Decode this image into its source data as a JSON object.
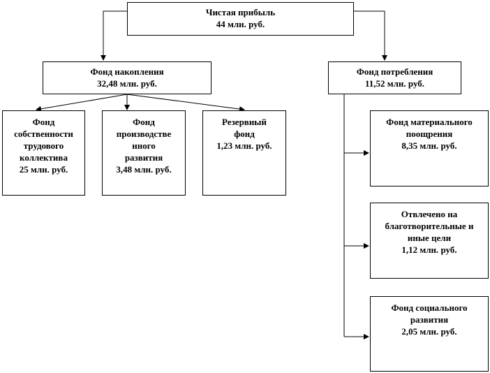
{
  "nodes": {
    "root": {
      "lines": [
        "Чистая прибыль",
        "44 млн. руб."
      ]
    },
    "nak": {
      "lines": [
        "Фонд накопления",
        "32,48 млн. руб."
      ]
    },
    "potr": {
      "lines": [
        "Фонд потребления",
        "11,52 млн. руб."
      ]
    },
    "sob": {
      "lines": [
        "Фонд",
        "собственности",
        "трудового",
        "коллектива",
        "25 млн. руб."
      ]
    },
    "proizv": {
      "lines": [
        "Фонд",
        "производстве",
        "нного",
        "развития",
        "3,48 млн. руб."
      ]
    },
    "rez": {
      "lines": [
        "Резервный",
        "фонд",
        "1,23 млн. руб."
      ]
    },
    "mat": {
      "lines": [
        "Фонд материального",
        "поощрения",
        "8,35 млн. руб."
      ]
    },
    "blago": {
      "lines": [
        "Отвлечено на",
        "благотворительные и",
        "иные цели",
        "1,12 млн. руб."
      ]
    },
    "soc": {
      "lines": [
        "Фонд социального",
        "развития",
        "2,05 млн. руб."
      ]
    }
  },
  "edges": [
    {
      "from": "root",
      "to": "nak"
    },
    {
      "from": "root",
      "to": "potr"
    },
    {
      "from": "nak",
      "to": "sob"
    },
    {
      "from": "nak",
      "to": "proizv"
    },
    {
      "from": "nak",
      "to": "rez"
    },
    {
      "from": "potr",
      "to": "mat"
    },
    {
      "from": "potr",
      "to": "blago"
    },
    {
      "from": "potr",
      "to": "soc"
    }
  ],
  "colors": {
    "line": "#000000",
    "box_border": "#000000",
    "text": "#000000"
  }
}
